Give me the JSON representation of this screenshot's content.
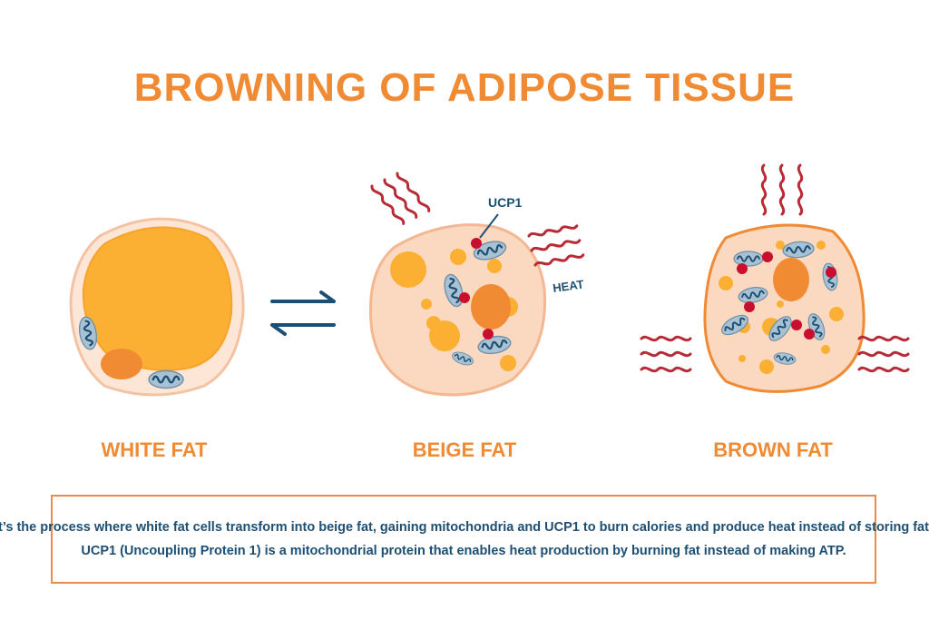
{
  "title": "BROWNING OF ADIPOSE TISSUE",
  "cells": [
    {
      "label": "WHITE FAT"
    },
    {
      "label": "BEIGE FAT"
    },
    {
      "label": "BROWN FAT"
    }
  ],
  "annotations": {
    "ucp1": "UCP1",
    "heat": "HEAT"
  },
  "info": {
    "line1": "It’s the process where white fat cells transform into beige fat, gaining mitochondria and UCP1 to burn calories and produce heat instead of storing fat.",
    "line2": "UCP1 (Uncoupling Protein 1) is a mitochondrial protein that enables heat production by burning fat instead of making ATP."
  },
  "colors": {
    "title": "#f08a33",
    "heat_waves": "#b82a35",
    "ucp1_dot": "#c8102e",
    "mitochondria": "#1d4f73",
    "cell_fill": "#fbd8c0",
    "lipid": "#fbb034"
  }
}
